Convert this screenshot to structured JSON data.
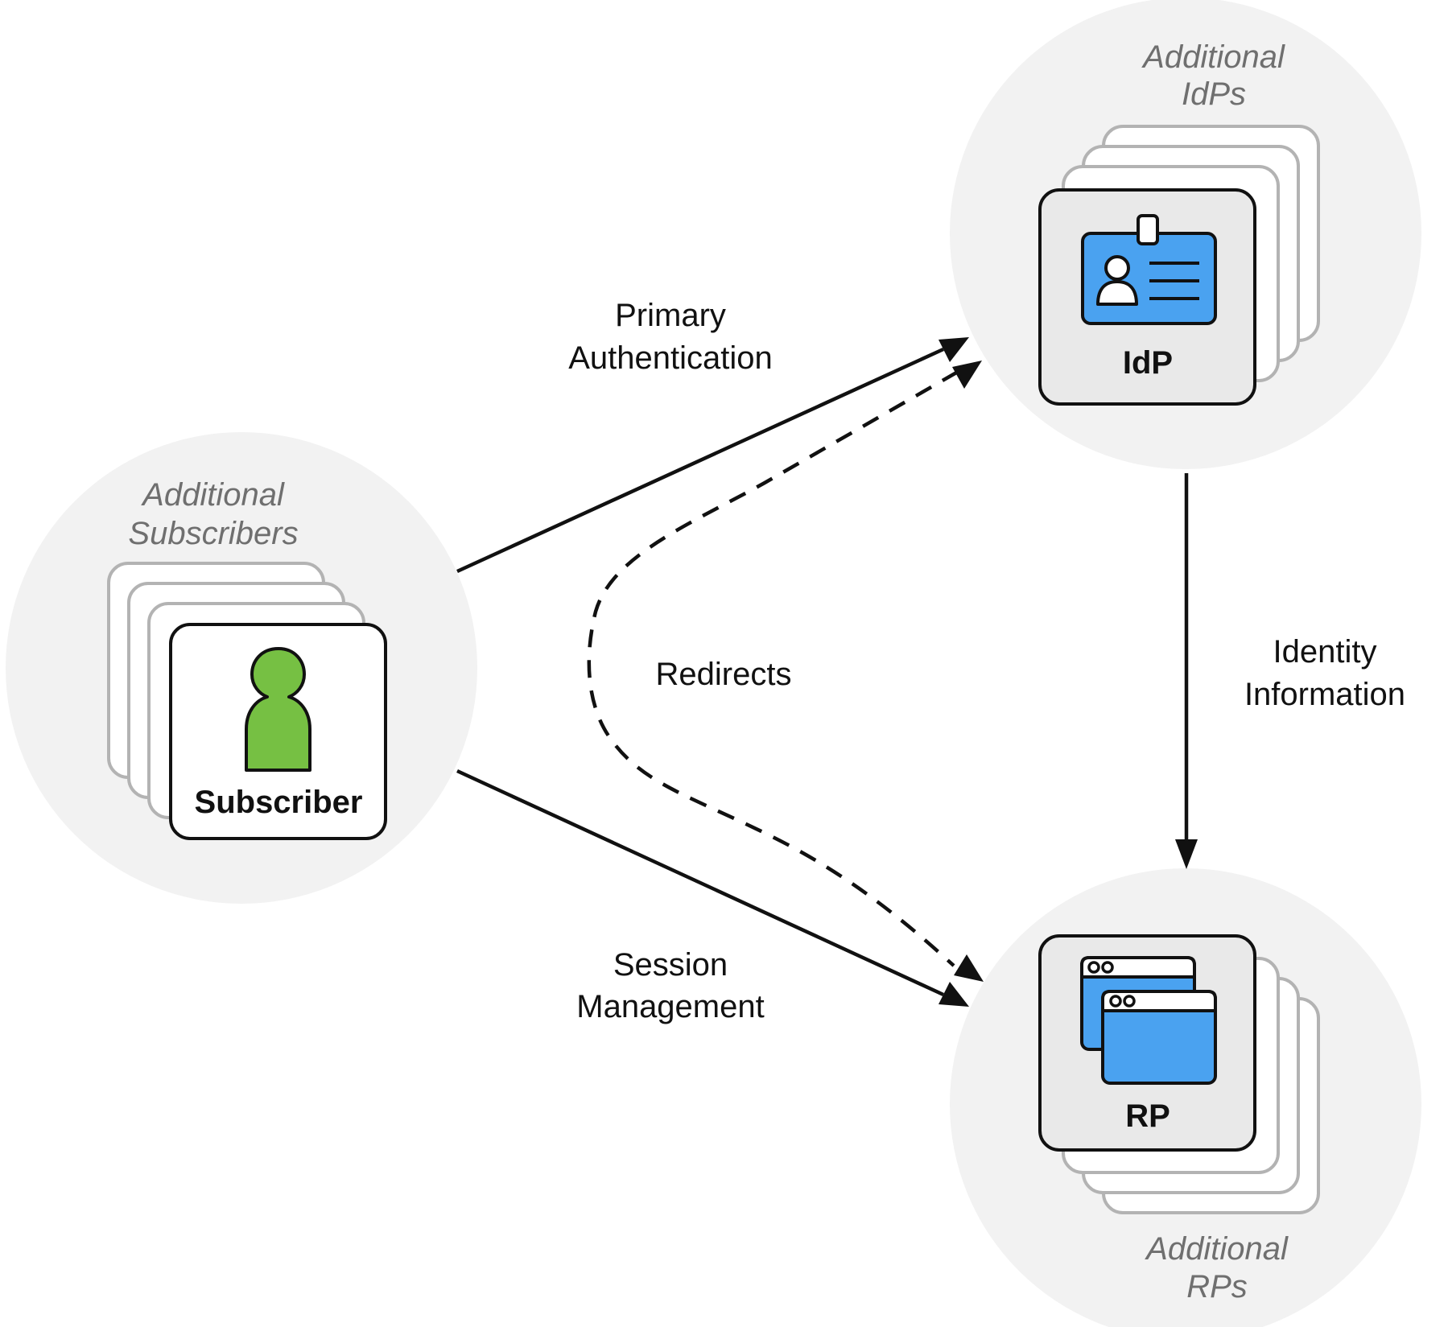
{
  "nodes": {
    "subscriber": {
      "label": "Subscriber",
      "group_label_line1": "Additional",
      "group_label_line2": "Subscribers",
      "icon": "person-icon"
    },
    "idp": {
      "label": "IdP",
      "group_label_line1": "Additional",
      "group_label_line2": "IdPs",
      "icon": "id-badge-icon"
    },
    "rp": {
      "label": "RP",
      "group_label_line1": "Additional",
      "group_label_line2": "RPs",
      "icon": "browser-windows-icon"
    }
  },
  "edges": {
    "primary_auth": {
      "line1": "Primary",
      "line2": "Authentication"
    },
    "redirects": {
      "label": "Redirects"
    },
    "session": {
      "line1": "Session",
      "line2": "Management"
    },
    "identity": {
      "line1": "Identity",
      "line2": "Information"
    }
  },
  "colors": {
    "group_background": "#f2f2f2",
    "card_fill": "#e9e9e9",
    "card_white": "#ffffff",
    "person_green": "#76c043",
    "icon_blue": "#4aa2f0",
    "stroke": "#111111",
    "back_card_stroke": "#b3b3b3",
    "group_label_gray": "#6f6f6f"
  }
}
